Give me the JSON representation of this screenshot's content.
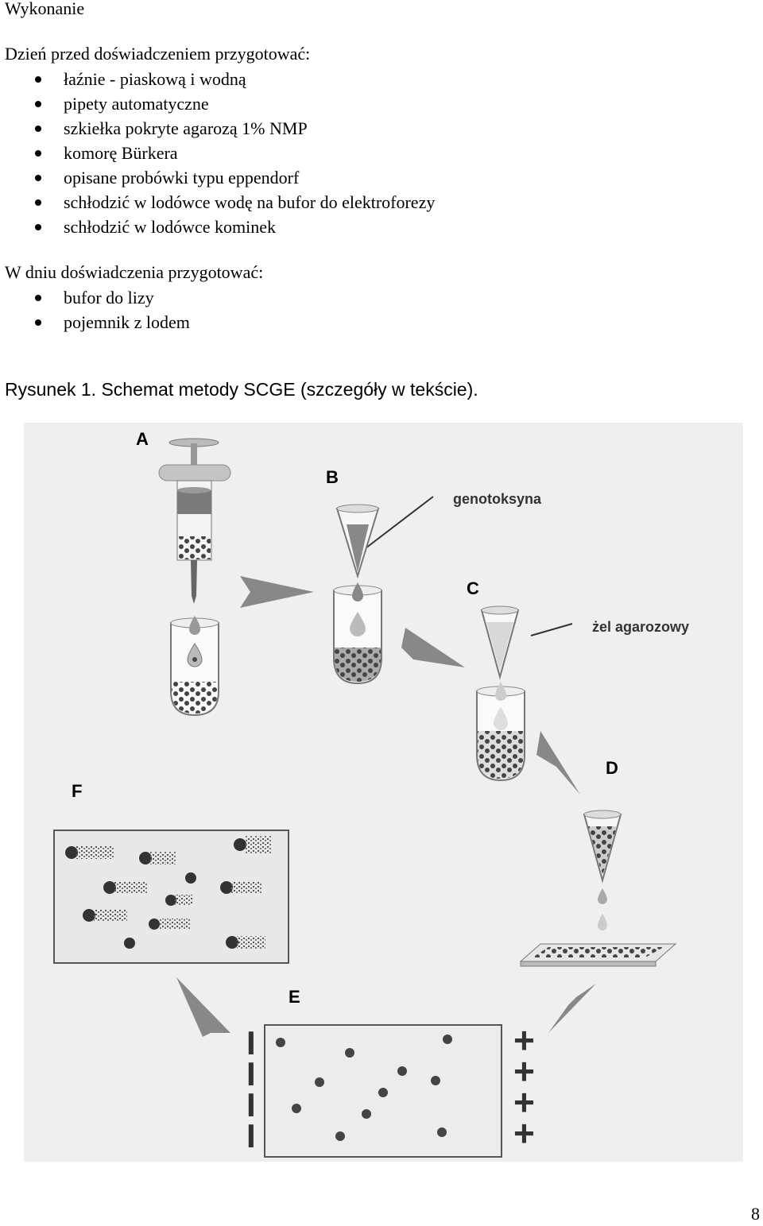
{
  "title": "Wykonanie",
  "day_before": {
    "intro": "Dzień przed doświadczeniem przygotować:",
    "items": [
      "łaźnie - piaskową i wodną",
      "pipety automatyczne",
      "szkiełka pokryte agarozą 1% NMP",
      "komorę Bürkera",
      "opisane probówki typu eppendorf",
      "schłodzić w lodówce wodę na bufor do elektroforezy",
      "schłodzić w lodówce kominek"
    ]
  },
  "day_of": {
    "intro": "W dniu doświadczenia przygotować:",
    "items": [
      "bufor do lizy",
      "pojemnik z lodem"
    ]
  },
  "figure": {
    "caption": "Rysunek 1. Schemat metody SCGE (szczegóły w tekście).",
    "labels": {
      "a": "A",
      "b": "B",
      "c": "C",
      "d": "D",
      "e": "E",
      "f": "F"
    },
    "annotations": {
      "genotoxin": "genotoksyna",
      "agarose": "żel agarozowy"
    },
    "electrode_minus": "I",
    "electrode_plus": "+"
  },
  "page_number": "8"
}
